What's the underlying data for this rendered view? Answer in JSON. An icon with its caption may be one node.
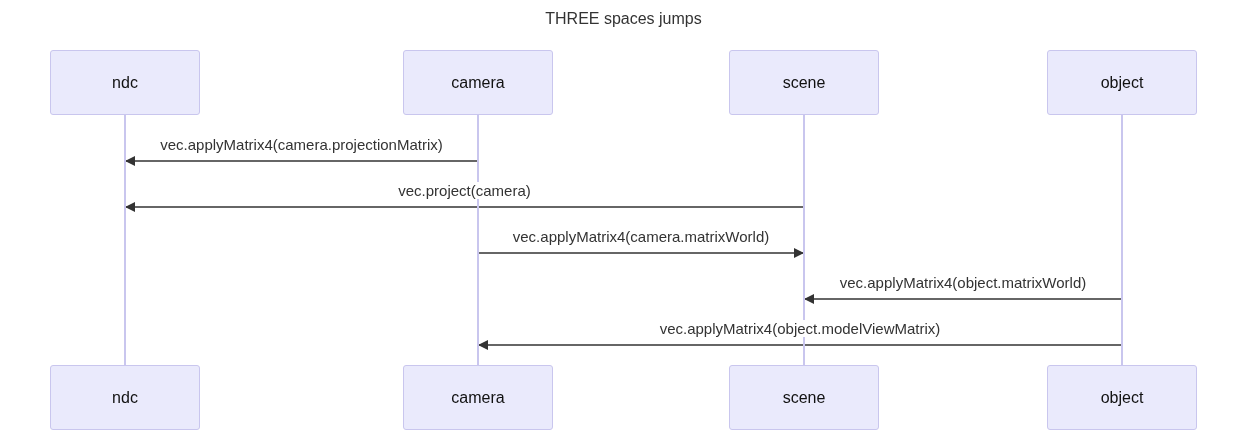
{
  "diagram": {
    "title": "THREE spaces jumps",
    "nodes": [
      {
        "text": [
          "ndc"
        ]
      },
      {
        "text": [
          "camera"
        ]
      },
      {
        "text": [
          "scene"
        ]
      },
      {
        "text": [
          "object"
        ]
      },
      {
        "text": [
          "ndc"
        ]
      },
      {
        "text": [
          "camera"
        ]
      },
      {
        "text": [
          "scene"
        ]
      },
      {
        "text": [
          "object"
        ]
      },
      {
        "text": [],
        "shape": "bar"
      },
      {
        "text": [],
        "shape": "bar"
      },
      {
        "text": [],
        "shape": "bar"
      },
      {
        "text": [],
        "shape": "bar"
      }
    ],
    "edges": [
      {
        "from": 9,
        "to": 8,
        "arrow": "to",
        "label": "vec.applyMatrix4(camera.projectionMatrix)"
      },
      {
        "from": 10,
        "to": 8,
        "arrow": "to",
        "label": "vec.project(camera)"
      },
      {
        "from": 9,
        "to": 10,
        "arrow": "to",
        "label": "vec.applyMatrix4(camera.matrixWorld)"
      },
      {
        "from": 11,
        "to": 10,
        "arrow": "to",
        "label": "vec.applyMatrix4(object.matrixWorld)"
      },
      {
        "from": 11,
        "to": 9,
        "arrow": "to",
        "label": "vec.applyMatrix4(object.modelViewMatrix)"
      }
    ]
  }
}
